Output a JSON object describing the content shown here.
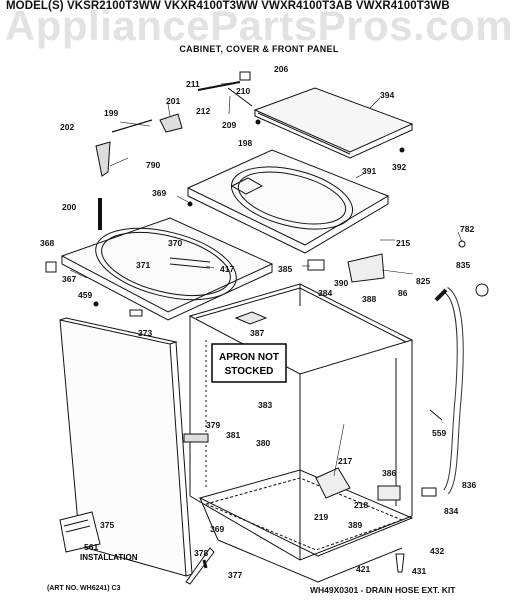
{
  "header": {
    "models": "MODEL(S) VKSR2100T3WW  VKXR4100T3WW  VWXR4100T3AB  VWXR4100T3WB",
    "subtitle": "CABINET, COVER & FRONT PANEL",
    "watermark": "AppliancePartsPros.com"
  },
  "notes": {
    "apron_line1": "APRON NOT",
    "apron_line2": "STOCKED",
    "installation": "INSTALLATION"
  },
  "footer": {
    "art_no": "(ART NO. WH6241)  C3",
    "kit": "WH49X0301 - DRAIN HOSE EXT. KIT"
  },
  "parts": [
    {
      "id": "211",
      "label": "211"
    },
    {
      "id": "210",
      "label": "210"
    },
    {
      "id": "206",
      "label": "206"
    },
    {
      "id": "212",
      "label": "212"
    },
    {
      "id": "209",
      "label": "209"
    },
    {
      "id": "394",
      "label": "394"
    },
    {
      "id": "201",
      "label": "201"
    },
    {
      "id": "199",
      "label": "199"
    },
    {
      "id": "202",
      "label": "202"
    },
    {
      "id": "198",
      "label": "198"
    },
    {
      "id": "790",
      "label": "790"
    },
    {
      "id": "391",
      "label": "391"
    },
    {
      "id": "392",
      "label": "392"
    },
    {
      "id": "200",
      "label": "200"
    },
    {
      "id": "369",
      "label": "369"
    },
    {
      "id": "782",
      "label": "782"
    },
    {
      "id": "215",
      "label": "215"
    },
    {
      "id": "368",
      "label": "368"
    },
    {
      "id": "370",
      "label": "370"
    },
    {
      "id": "835",
      "label": "835"
    },
    {
      "id": "371",
      "label": "371"
    },
    {
      "id": "417",
      "label": "417"
    },
    {
      "id": "385",
      "label": "385"
    },
    {
      "id": "390",
      "label": "390"
    },
    {
      "id": "825",
      "label": "825"
    },
    {
      "id": "367",
      "label": "367"
    },
    {
      "id": "384",
      "label": "384"
    },
    {
      "id": "86",
      "label": "86"
    },
    {
      "id": "388",
      "label": "388"
    },
    {
      "id": "459",
      "label": "459"
    },
    {
      "id": "373",
      "label": "373"
    },
    {
      "id": "387",
      "label": "387"
    },
    {
      "id": "383",
      "label": "383"
    },
    {
      "id": "379",
      "label": "379"
    },
    {
      "id": "559",
      "label": "559"
    },
    {
      "id": "381",
      "label": "381"
    },
    {
      "id": "380",
      "label": "380"
    },
    {
      "id": "217",
      "label": "217"
    },
    {
      "id": "386",
      "label": "386"
    },
    {
      "id": "836",
      "label": "836"
    },
    {
      "id": "375",
      "label": "375"
    },
    {
      "id": "218",
      "label": "218"
    },
    {
      "id": "219",
      "label": "219"
    },
    {
      "id": "834",
      "label": "834"
    },
    {
      "id": "389",
      "label": "389"
    },
    {
      "id": "561",
      "label": "561"
    },
    {
      "id": "369b",
      "label": "369"
    },
    {
      "id": "378",
      "label": "378"
    },
    {
      "id": "432",
      "label": "432"
    },
    {
      "id": "421",
      "label": "421"
    },
    {
      "id": "431",
      "label": "431"
    },
    {
      "id": "377",
      "label": "377"
    }
  ]
}
